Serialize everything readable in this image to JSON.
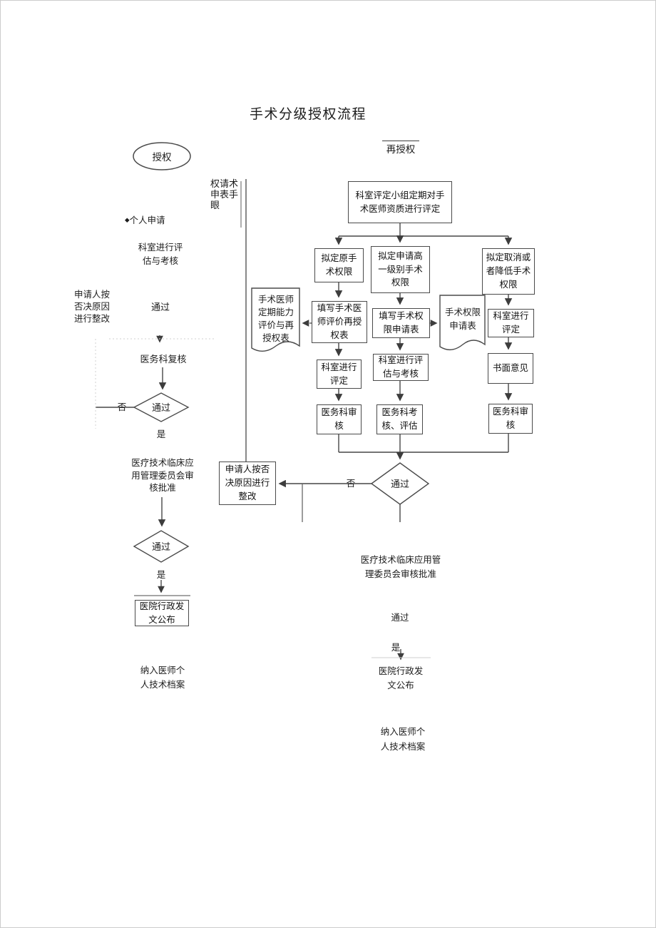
{
  "doc": {
    "title": "手术分级授权流程",
    "reauthorize_label": "再授权"
  },
  "left_flow": {
    "start": "授权",
    "bullet": "◆",
    "personal_application": "个人申请",
    "side_note": "权请术\n申表手\n眼",
    "dept_evaluation": "科室进行评\n估与考核",
    "rework_note": "申请人按\n否决原因\n进行整改",
    "pass_label": "通过",
    "medical_dept_recheck": "医务科复核",
    "decision1": "通过",
    "no": "否",
    "yes": "是",
    "committee_approval": "医疗技术临床应\n用管理委员会审\n核批准",
    "decision2": "通过",
    "yes2": "是",
    "hospital_publish": "医院行政发\n文公布",
    "archive": "纳入医师个\n人技术档案"
  },
  "main_flow": {
    "periodic_evaluation": "科室评定小组定期对手\n术医师资质进行评定",
    "keep_authority": "拟定原手\n术权限",
    "upgrade_authority": "拟定申请高\n一级别手术\n权限",
    "reduce_authority": "拟定取消或\n者降低手术\n权限",
    "doc_reauth_form": "手术医师\n定期能力\n评价与再\n授权表",
    "fill_reauth_form": "填写手术医\n师评价再授\n权表",
    "fill_apply_form": "填写手术权\n限申请表",
    "doc_apply_form": "手术权限\n申请表",
    "dept_evaluate_a": "科室进行\n评定",
    "dept_evaluate_b": "科室进行评\n估与考核",
    "dept_evaluate_c": "科室进行\n评定",
    "written_opinion": "书面意见",
    "medical_review_a": "医务科审\n核",
    "medical_review_b": "医务科考\n核、评估",
    "medical_review_c": "医务科审\n核",
    "rework": "申请人按否\n决原因进行\n整改",
    "no": "否",
    "decision": "通过",
    "committee_approval": "医疗技术临床应用管\n理委员会审核批准",
    "pass": "通过",
    "yes": "是",
    "hospital_publish": "医院行政发\n文公布",
    "archive": "纳入医师个\n人技术档案"
  }
}
